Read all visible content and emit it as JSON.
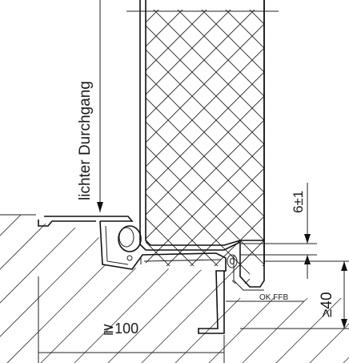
{
  "drawing": {
    "type": "technical-section",
    "labels": {
      "clear_passage": "lichter Durchgang",
      "gap_tolerance": "6±1",
      "finished_floor": "OK FFB",
      "min_depth": "≥40",
      "min_width": "≧100"
    }
  }
}
